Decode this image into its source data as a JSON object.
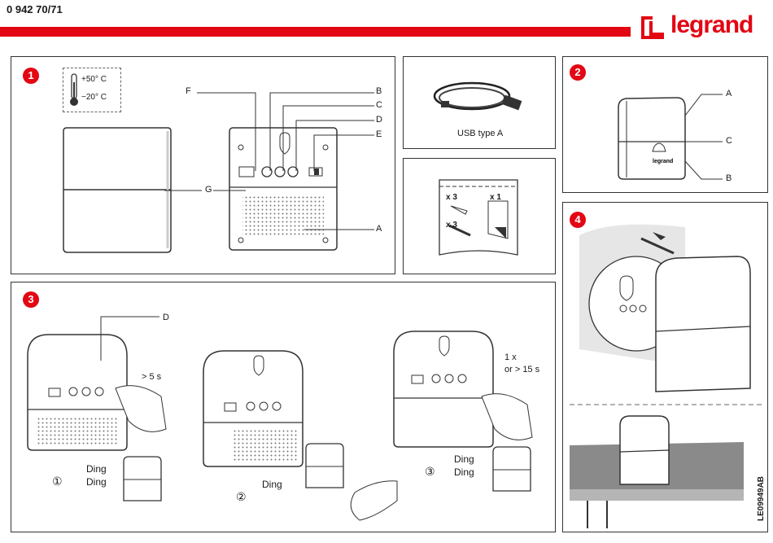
{
  "header": {
    "product_code": "0 942 70/71",
    "brand": "legrand",
    "brand_color": "#e30613"
  },
  "panel1": {
    "step": "1",
    "temp_high": "+50° C",
    "temp_low": "−20° C",
    "callouts": [
      "F",
      "B",
      "C",
      "D",
      "E",
      "G",
      "A"
    ]
  },
  "cable": {
    "caption": "USB type A"
  },
  "bag": {
    "qty_a": "x 3",
    "qty_b": "x 1",
    "qty_c": "x 3"
  },
  "panel2": {
    "step": "2",
    "callouts": [
      "A",
      "C",
      "B"
    ],
    "mini_brand": "legrand"
  },
  "panel3": {
    "step": "3",
    "callout_d": "D",
    "time_a": "> 5 s",
    "seq1_num": "①",
    "seq1_text_a": "Ding",
    "seq1_text_b": "Ding",
    "seq2_num": "②",
    "seq2_text": "Ding",
    "time_b_a": "1 x",
    "time_b_b": "or > 15 s",
    "seq3_num": "③",
    "seq3_text_a": "Ding",
    "seq3_text_b": "Ding"
  },
  "panel4": {
    "step": "4"
  },
  "footer": {
    "doc_ref": "LE09949AB"
  }
}
